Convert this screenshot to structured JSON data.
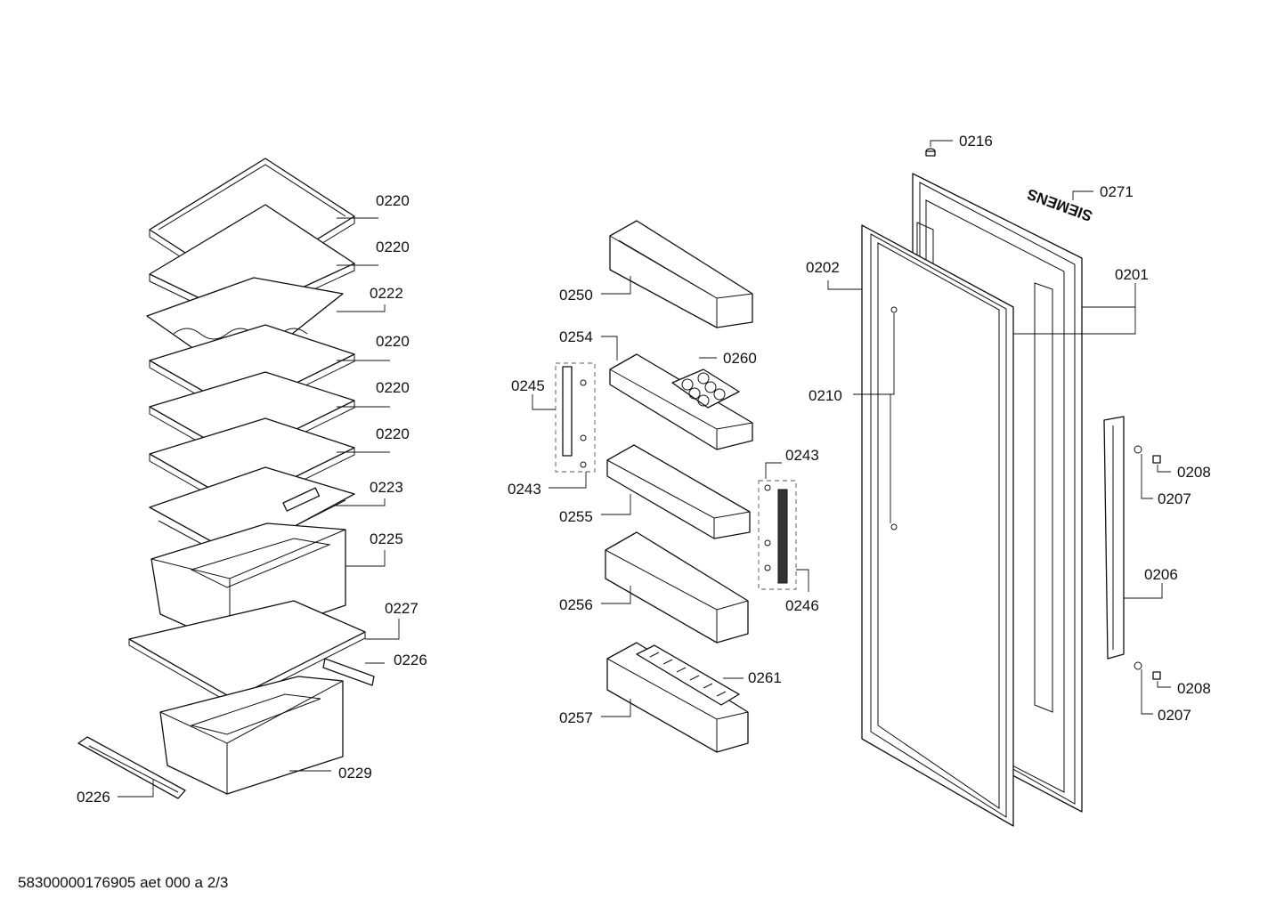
{
  "brand_mark": "SIEMENS",
  "footer_text": "58300000176905 aet 000 a 2/3",
  "part_labels": {
    "l0220a": "0220",
    "l0220b": "0220",
    "l0222": "0222",
    "l0220c": "0220",
    "l0220d": "0220",
    "l0220e": "0220",
    "l0223": "0223",
    "l0225": "0225",
    "l0227": "0227",
    "l0226a": "0226",
    "l0229": "0229",
    "l0226b": "0226",
    "l0250": "0250",
    "l0254": "0254",
    "l0260": "0260",
    "l0245": "0245",
    "l0243a": "0243",
    "l0255": "0255",
    "l0243b": "0243",
    "l0256": "0256",
    "l0246": "0246",
    "l0261": "0261",
    "l0257": "0257",
    "l0216": "0216",
    "l0271": "0271",
    "l0202": "0202",
    "l0201": "0201",
    "l0210": "0210",
    "l0208a": "0208",
    "l0207a": "0207",
    "l0206": "0206",
    "l0208b": "0208",
    "l0207b": "0207"
  }
}
